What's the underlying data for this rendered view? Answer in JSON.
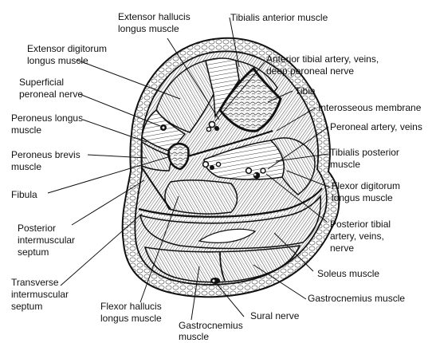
{
  "colors": {
    "ink": "#111111",
    "paper": "#ffffff",
    "bone": "#f4f4f4"
  },
  "labels": {
    "ehl_1": "Extensor hallucis",
    "ehl_2": "longus muscle",
    "ta": "Tibialis anterior muscle",
    "edl_1": "Extensor digitorum",
    "edl_2": "longus muscle",
    "ata_1": "Anterior tibial artery, veins,",
    "ata_2": "deep peroneal nerve",
    "spn_1": "Superficial",
    "spn_2": "peroneal nerve",
    "tibia": "Tibia",
    "iom": "Interosseous membrane",
    "pl_1": "Peroneus longus",
    "pl_2": "muscle",
    "pav": "Peroneal artery, veins",
    "pb_1": "Peroneus brevis",
    "pb_2": "muscle",
    "tp_1": "Tibialis posterior",
    "tp_2": "muscle",
    "fibula": "Fibula",
    "fdl_1": "Flexor digitorum",
    "fdl_2": "longus muscle",
    "pis_1": "Posterior",
    "pis_2": "intermuscular",
    "pis_3": "septum",
    "pta_1": "Posterior tibial",
    "pta_2": "artery, veins,",
    "pta_3": "nerve",
    "soleus": "Soleus muscle",
    "tis_1": "Transverse",
    "tis_2": "intermuscular",
    "tis_3": "septum",
    "gastroc_r": "Gastrocnemius muscle",
    "fhl_1": "Flexor hallucis",
    "fhl_2": "longus muscle",
    "sural": "Sural nerve",
    "gastroc_b1": "Gastrocnemius",
    "gastroc_b2": "muscle"
  }
}
